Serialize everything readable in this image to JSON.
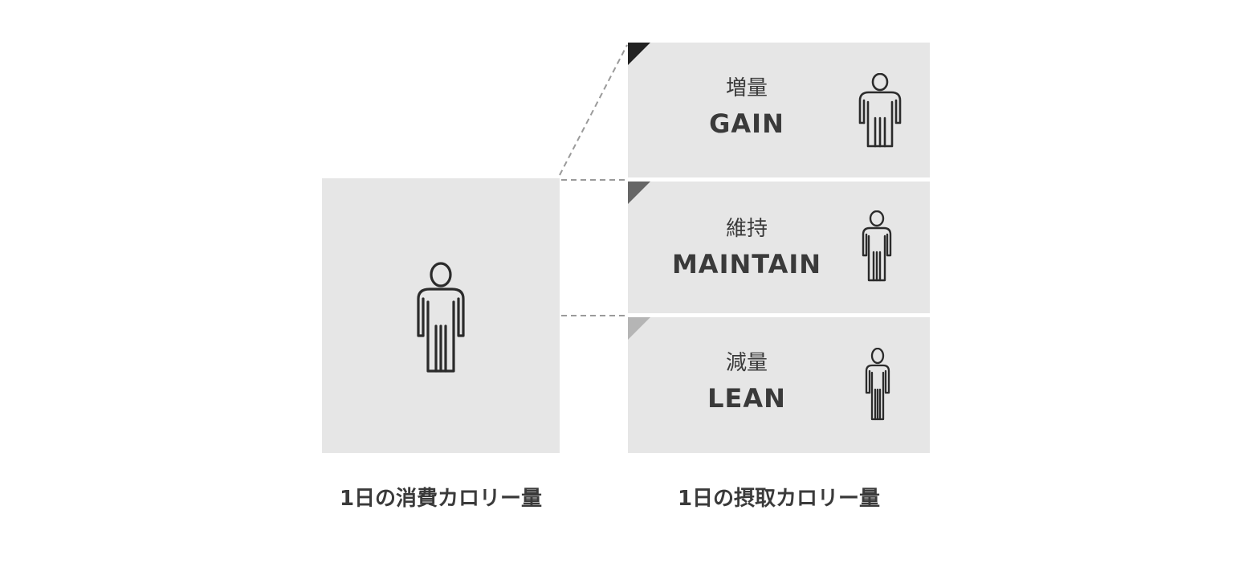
{
  "expenditure": {
    "caption": "1日の消費カロリー量",
    "icon": "person-icon"
  },
  "intake": {
    "caption": "1日の摂取カロリー量",
    "options": [
      {
        "label_jp": "増量",
        "label_en": "GAIN",
        "corner_color": "#222222",
        "icon": "person-icon"
      },
      {
        "label_jp": "維持",
        "label_en": "MAINTAIN",
        "corner_color": "#666666",
        "icon": "person-icon"
      },
      {
        "label_jp": "減量",
        "label_en": "LEAN",
        "corner_color": "#b5b5b5",
        "icon": "person-icon"
      }
    ]
  },
  "colors": {
    "box_fill": "#e6e6e6",
    "line": "#9a9a9a",
    "text": "#3a3a3a"
  }
}
